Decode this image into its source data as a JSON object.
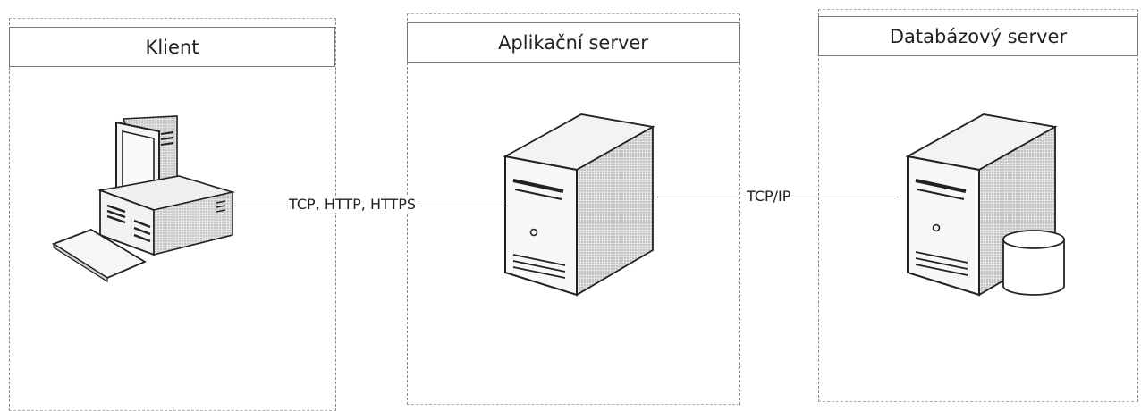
{
  "tiers": {
    "client": {
      "title": "Klient"
    },
    "app": {
      "title": "Aplikační server"
    },
    "db": {
      "title": "Databázový server"
    }
  },
  "connections": {
    "client_app": {
      "label": "TCP, HTTP, HTTPS"
    },
    "app_db": {
      "label": "TCP/IP"
    }
  },
  "icons": {
    "client": "desktop-computer-icon",
    "app": "server-tower-icon",
    "db": "database-server-icon"
  }
}
